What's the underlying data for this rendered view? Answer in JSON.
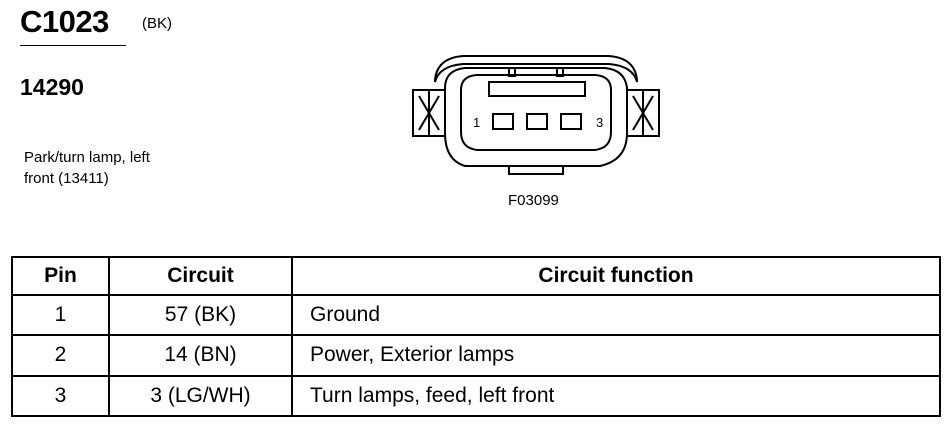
{
  "connector": {
    "id": "C1023",
    "color_code": "(BK)",
    "part_number": "14290",
    "description_line1": "Park/turn lamp, left",
    "description_line2": "front (13411)",
    "figure_id": "F03099",
    "pin_label_left": "1",
    "pin_label_right": "3"
  },
  "table": {
    "headers": {
      "pin": "Pin",
      "circuit": "Circuit",
      "function": "Circuit function"
    },
    "rows": [
      {
        "pin": "1",
        "circuit": "57 (BK)",
        "function": "Ground"
      },
      {
        "pin": "2",
        "circuit": "14 (BN)",
        "function": "Power, Exterior lamps"
      },
      {
        "pin": "3",
        "circuit": "3 (LG/WH)",
        "function": "Turn lamps, feed, left front"
      }
    ]
  }
}
